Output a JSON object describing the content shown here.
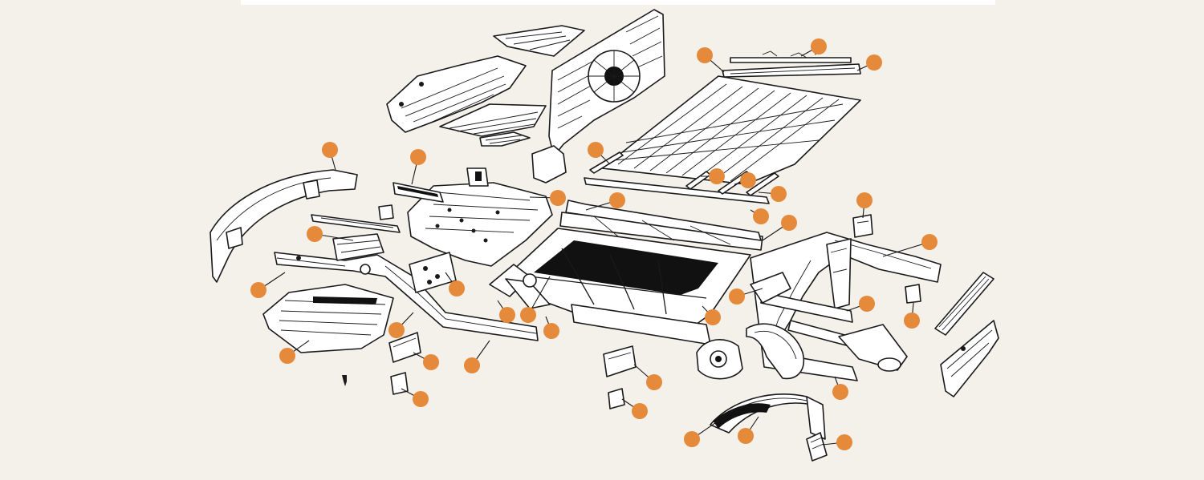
{
  "colors": {
    "background": "#f4f0ea",
    "callout": "#e58a3a",
    "ink": "#1a1a1a"
  },
  "diagram": {
    "view": "exploded-body-shell",
    "callout_marker": "orange-dot",
    "callout_count": 37
  }
}
